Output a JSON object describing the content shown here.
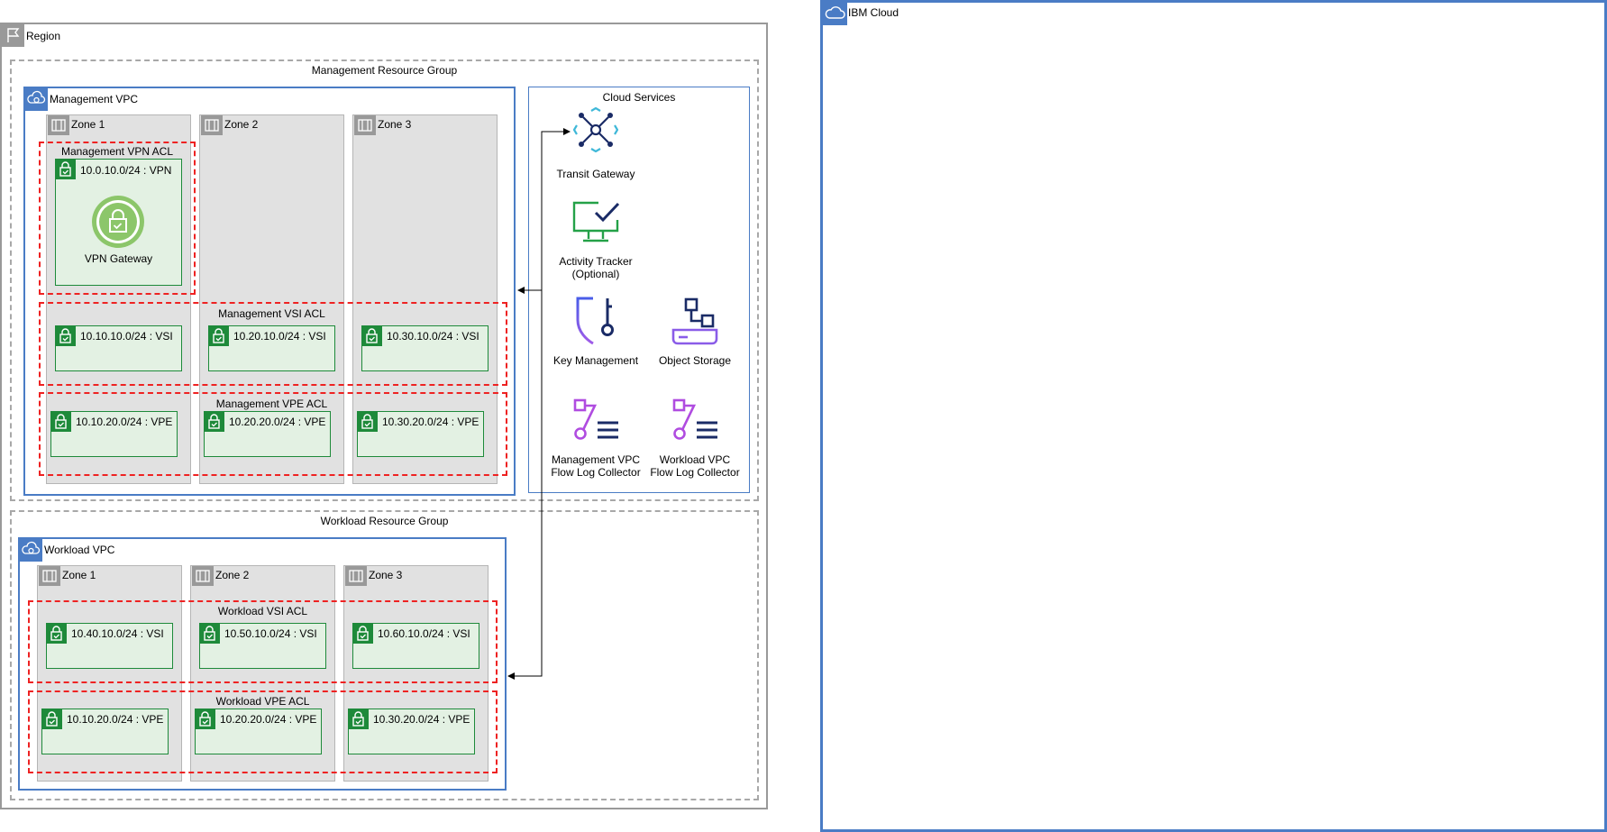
{
  "ibm_cloud": {
    "label": "IBM Cloud"
  },
  "region": {
    "label": "Region"
  },
  "management_rg": {
    "label": "Management Resource Group"
  },
  "workload_rg": {
    "label": "Workload Resource Group"
  },
  "management_vpc": {
    "label": "Management VPC",
    "zones": [
      "Zone 1",
      "Zone 2",
      "Zone 3"
    ],
    "vpn_acl": "Management VPN ACL",
    "vpn_subnet": "10.0.10.0/24 : VPN",
    "vpn_gateway": "VPN Gateway",
    "vsi_acl": "Management VSI ACL",
    "vsi_subnets": [
      "10.10.10.0/24 : VSI",
      "10.20.10.0/24 : VSI",
      "10.30.10.0/24 : VSI"
    ],
    "vpe_acl": "Management VPE ACL",
    "vpe_subnets": [
      "10.10.20.0/24 : VPE",
      "10.20.20.0/24 : VPE",
      "10.30.20.0/24 : VPE"
    ]
  },
  "workload_vpc": {
    "label": "Workload VPC",
    "zones": [
      "Zone 1",
      "Zone 2",
      "Zone 3"
    ],
    "vsi_acl": "Workload VSI ACL",
    "vsi_subnets": [
      "10.40.10.0/24 : VSI",
      "10.50.10.0/24 : VSI",
      "10.60.10.0/24 : VSI"
    ],
    "vpe_acl": "Workload VPE ACL",
    "vpe_subnets": [
      "10.10.20.0/24 : VPE",
      "10.20.20.0/24 : VPE",
      "10.30.20.0/24 : VPE"
    ]
  },
  "cloud_services": {
    "label": "Cloud Services",
    "transit_gateway": "Transit Gateway",
    "activity_tracker": [
      "Activity Tracker",
      "(Optional)"
    ],
    "key_management": "Key Management",
    "object_storage": "Object Storage",
    "mgmt_flow_log": [
      "Management VPC",
      "Flow Log Collector"
    ],
    "workload_flow_log": [
      "Workload VPC",
      "Flow Log Collector"
    ]
  },
  "colors": {
    "vpc_border": "#4a7cc5",
    "acl_border": "#ee2222",
    "subnet_fill": "#e3f1e3",
    "lock_green": "#1e8a3a",
    "zone_fill": "#e1e1e1"
  },
  "icons": [
    "cloud-icon",
    "flag-icon",
    "vpc-icon",
    "zone-icon",
    "lock-icon",
    "vpn-gateway-icon",
    "transit-gateway-icon",
    "activity-tracker-icon",
    "key-management-icon",
    "object-storage-icon",
    "flow-log-icon"
  ]
}
